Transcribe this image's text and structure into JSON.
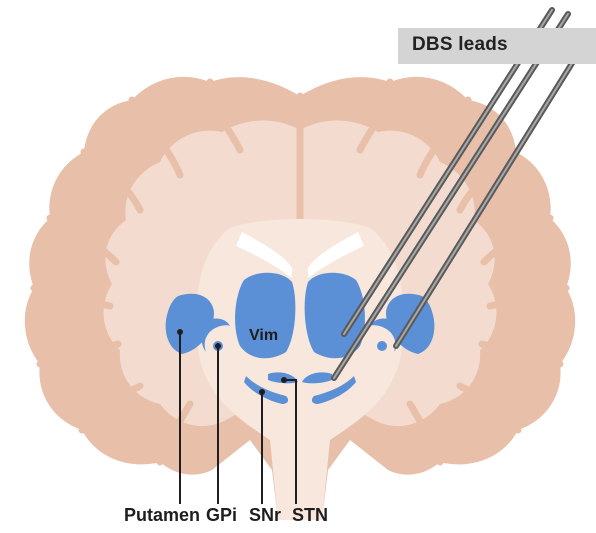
{
  "title_banner": {
    "text": "DBS leads"
  },
  "structures": {
    "vim": "Vim",
    "putamen": "Putamen",
    "gpi": "GPi",
    "snr": "SNr",
    "stn": "STN"
  },
  "colors": {
    "brain_tissue": "#f0d6c8",
    "cortex_folds": "#e8bfa9",
    "inner_tissue": "#f6e3d8",
    "nuclei_blue": "#5b8fd6",
    "lead_dark": "#5a5a5a",
    "lead_light": "#9a9a9a",
    "banner": "#d4d4d4",
    "label_text": "#1e1e1e"
  }
}
